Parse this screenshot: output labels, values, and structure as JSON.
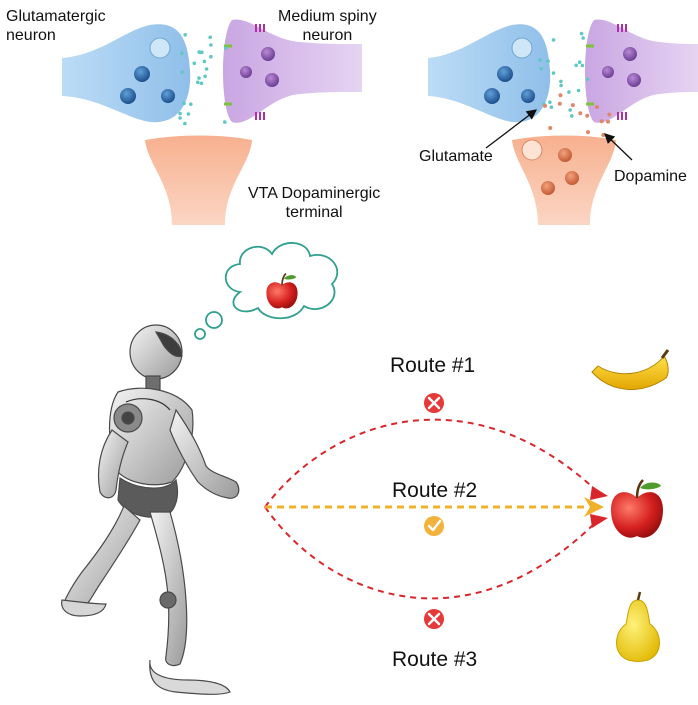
{
  "synapse_panels": {
    "left": {
      "presynaptic_label": "Glutamatergic\nneuron",
      "postsynaptic_label": "Medium spiny\nneuron",
      "terminal_label": "VTA Dopaminergic\nterminal"
    },
    "right": {
      "glutamate_label": "Glutamate",
      "dopamine_label": "Dopamine"
    }
  },
  "routes": [
    {
      "label": "Route #1",
      "status": "rejected",
      "status_icon": "cross-icon",
      "target": "banana-icon"
    },
    {
      "label": "Route #2",
      "status": "chosen",
      "status_icon": "check-icon",
      "target": "apple-icon"
    },
    {
      "label": "Route #3",
      "status": "rejected",
      "status_icon": "cross-icon",
      "target": "pear-icon"
    }
  ],
  "thought_bubble": {
    "content_icon": "apple-icon"
  },
  "agent": {
    "icon": "robot-icon"
  },
  "colors": {
    "glutamatergic_neuron": "#a9cdee",
    "medium_spiny_neuron": "#ddc3ec",
    "dopaminergic_terminal": "#f6b497",
    "glutamate": "#5fc8c2",
    "dopamine": "#e0876b",
    "rejected_route": "#d9262b",
    "chosen_route": "#f0b12a"
  }
}
